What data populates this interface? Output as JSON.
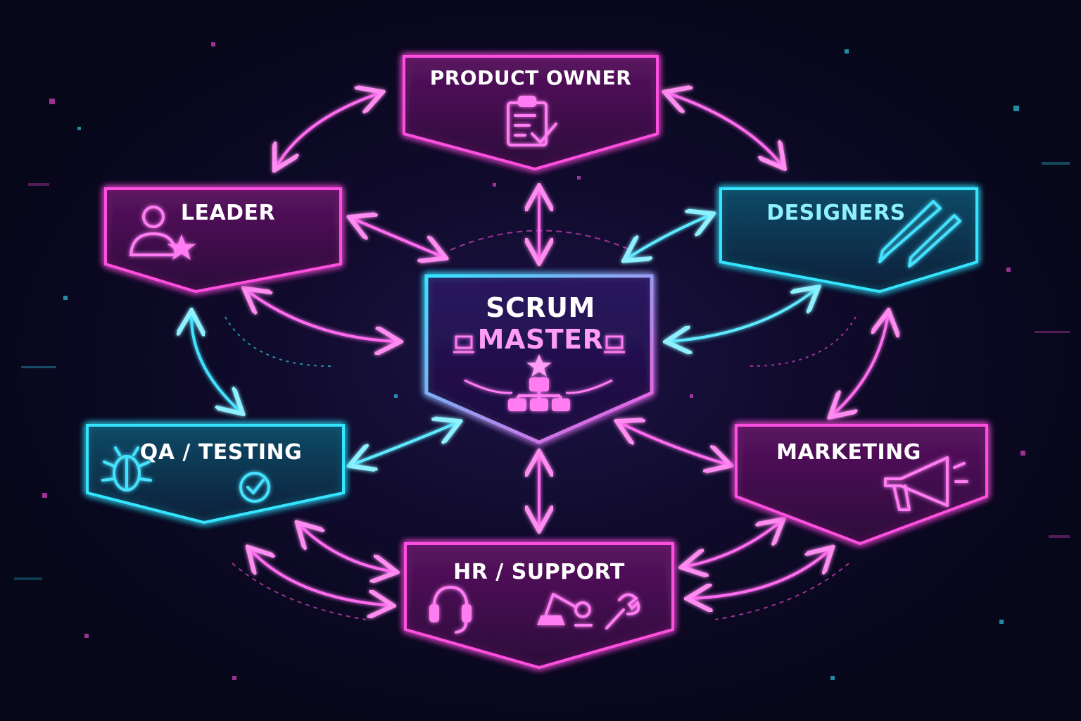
{
  "diagram": {
    "center": {
      "line1": "SCRUM",
      "line2": "MASTER"
    },
    "roles": {
      "product_owner": "PRODUCT OWNER",
      "leader": "LEADER",
      "designers": "DESIGNERS",
      "qa_testing": "QA / TESTING",
      "marketing": "MARKETING",
      "hr_support": "HR / SUPPORT"
    }
  },
  "colors": {
    "pink": "#ff4fe0",
    "cyan": "#35e4ff",
    "background": "#07071a",
    "text": "#ffffff"
  },
  "icons": {
    "product_owner": "clipboard-check-icon",
    "leader": "person-star-icon",
    "designers": "pens-icon",
    "qa_testing": "bug-and-check-icon",
    "marketing": "megaphone-icon",
    "hr_support": "headset-tools-icon",
    "center": "org-chart-star-icon"
  }
}
